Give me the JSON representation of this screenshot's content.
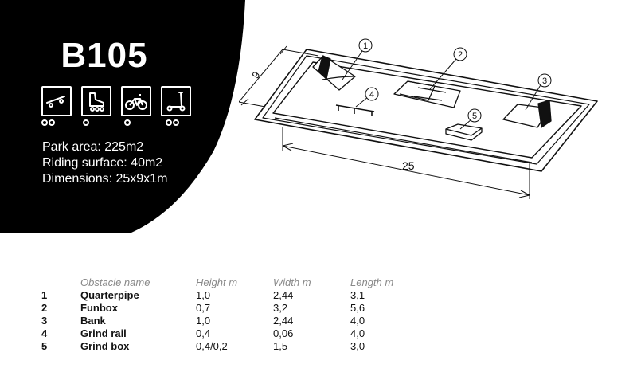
{
  "model": "B105",
  "icons": [
    {
      "name": "skateboard-icon",
      "wheels": 2
    },
    {
      "name": "inline-skate-icon",
      "wheels": 1
    },
    {
      "name": "bmx-bike-icon",
      "wheels": 1
    },
    {
      "name": "scooter-icon",
      "wheels": 2
    }
  ],
  "specs": {
    "park_area": "Park area: 225m2",
    "riding_surface": "Riding surface: 40m2",
    "dimensions": "Dimensions: 25x9x1m"
  },
  "drawing": {
    "dim_width": "9",
    "dim_length": "25",
    "callouts": [
      "1",
      "2",
      "3",
      "4",
      "5"
    ]
  },
  "table": {
    "headers": [
      "",
      "Obstacle name",
      "Height m",
      "Width m",
      "Length m"
    ],
    "rows": [
      [
        "1",
        "Quarterpipe",
        "1,0",
        "2,44",
        "3,1"
      ],
      [
        "2",
        "Funbox",
        "0,7",
        "3,2",
        "5,6"
      ],
      [
        "3",
        "Bank",
        "1,0",
        "2,44",
        "4,0"
      ],
      [
        "4",
        "Grind rail",
        "0,4",
        "0,06",
        "4,0"
      ],
      [
        "5",
        "Grind box",
        "0,4/0,2",
        "1,5",
        "3,0"
      ]
    ]
  },
  "colors": {
    "panel": "#000000",
    "background": "#ffffff",
    "header_text": "#888888"
  }
}
